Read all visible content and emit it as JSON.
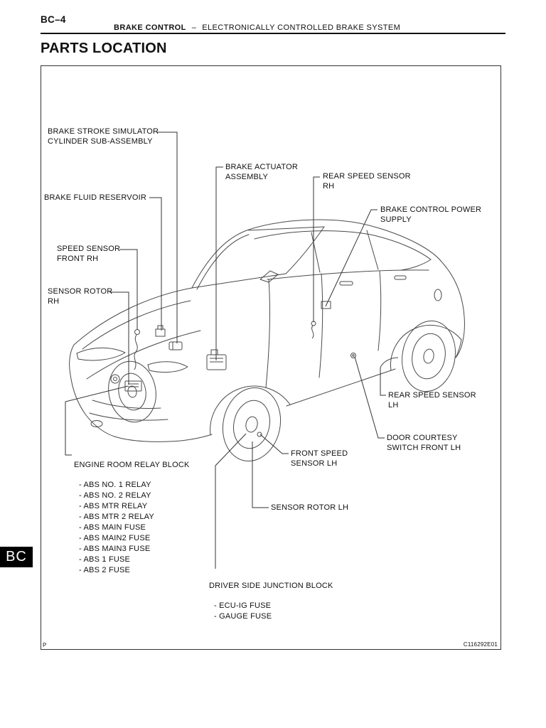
{
  "header": {
    "page_code": "BC–4",
    "section_title": "BRAKE CONTROL",
    "section_separator": "–",
    "section_subtitle": "ELECTRONICALLY CONTROLLED BRAKE SYSTEM",
    "page_title": "PARTS LOCATION"
  },
  "side_tab": {
    "label": "BC"
  },
  "figure": {
    "footer_left": "P",
    "figure_code": "C116292E01",
    "callouts": [
      {
        "id": "brake-stroke-simulator",
        "text": "BRAKE STROKE SIMULATOR\nCYLINDER SUB-ASSEMBLY"
      },
      {
        "id": "brake-actuator",
        "text": "BRAKE ACTUATOR\nASSEMBLY"
      },
      {
        "id": "rear-speed-sensor-rh",
        "text": "REAR SPEED SENSOR\nRH"
      },
      {
        "id": "brake-control-power-supply",
        "text": "BRAKE CONTROL POWER\nSUPPLY"
      },
      {
        "id": "brake-fluid-reservoir",
        "text": "BRAKE FLUID RESERVOIR"
      },
      {
        "id": "speed-sensor-front-rh",
        "text": "SPEED SENSOR\nFRONT RH"
      },
      {
        "id": "sensor-rotor-rh",
        "text": "SENSOR ROTOR\nRH"
      },
      {
        "id": "rear-speed-sensor-lh",
        "text": "REAR SPEED SENSOR\nLH"
      },
      {
        "id": "door-courtesy-switch-front-lh",
        "text": "DOOR COURTESY\nSWITCH FRONT LH"
      },
      {
        "id": "front-speed-sensor-lh",
        "text": "FRONT SPEED\nSENSOR LH"
      },
      {
        "id": "sensor-rotor-lh",
        "text": "SENSOR ROTOR LH"
      },
      {
        "id": "engine-room-relay-block",
        "title": "ENGINE ROOM RELAY BLOCK",
        "items": [
          "- ABS NO. 1 RELAY",
          "- ABS NO. 2 RELAY",
          "- ABS MTR RELAY",
          "- ABS MTR 2 RELAY",
          "- ABS MAIN FUSE",
          "- ABS MAIN2 FUSE",
          "- ABS MAIN3 FUSE",
          "- ABS 1 FUSE",
          "- ABS 2 FUSE"
        ]
      },
      {
        "id": "driver-side-junction-block",
        "title": "DRIVER SIDE JUNCTION BLOCK",
        "items": [
          "- ECU-IG FUSE",
          "- GAUGE FUSE"
        ]
      }
    ]
  }
}
